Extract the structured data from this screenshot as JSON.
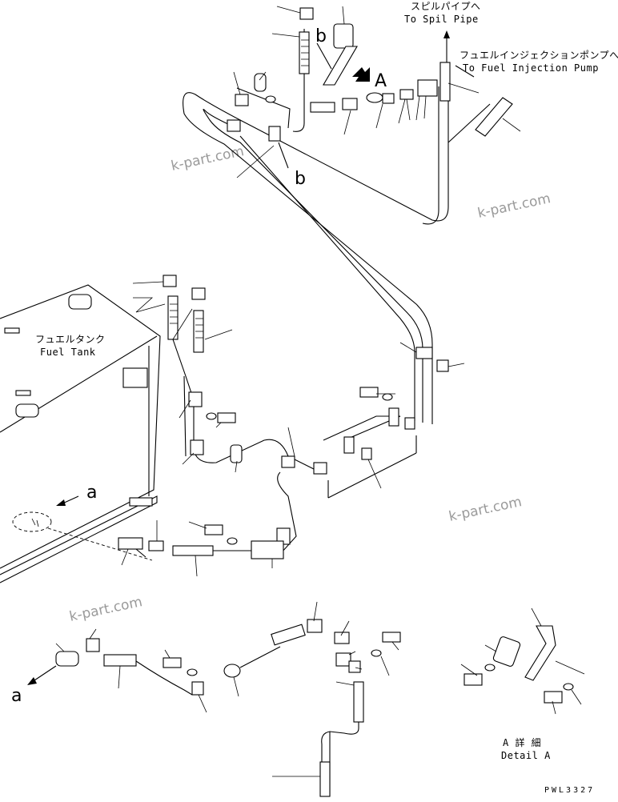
{
  "labels": {
    "spill_jp": "スピルパイプへ",
    "spill_en": "To Spil Pipe",
    "injection_jp": "フュエルインジェクションポンプへ",
    "injection_en": "To Fuel Injection Pump",
    "tank_jp": "フュエルタンク",
    "tank_en": "Fuel Tank",
    "detail_jp": "A 詳 細",
    "detail_en": "Detail A",
    "drawing_code": "PWL3327"
  },
  "view_markers": {
    "A": "A",
    "b": "b",
    "a": "a"
  },
  "watermark": "k-part.com"
}
